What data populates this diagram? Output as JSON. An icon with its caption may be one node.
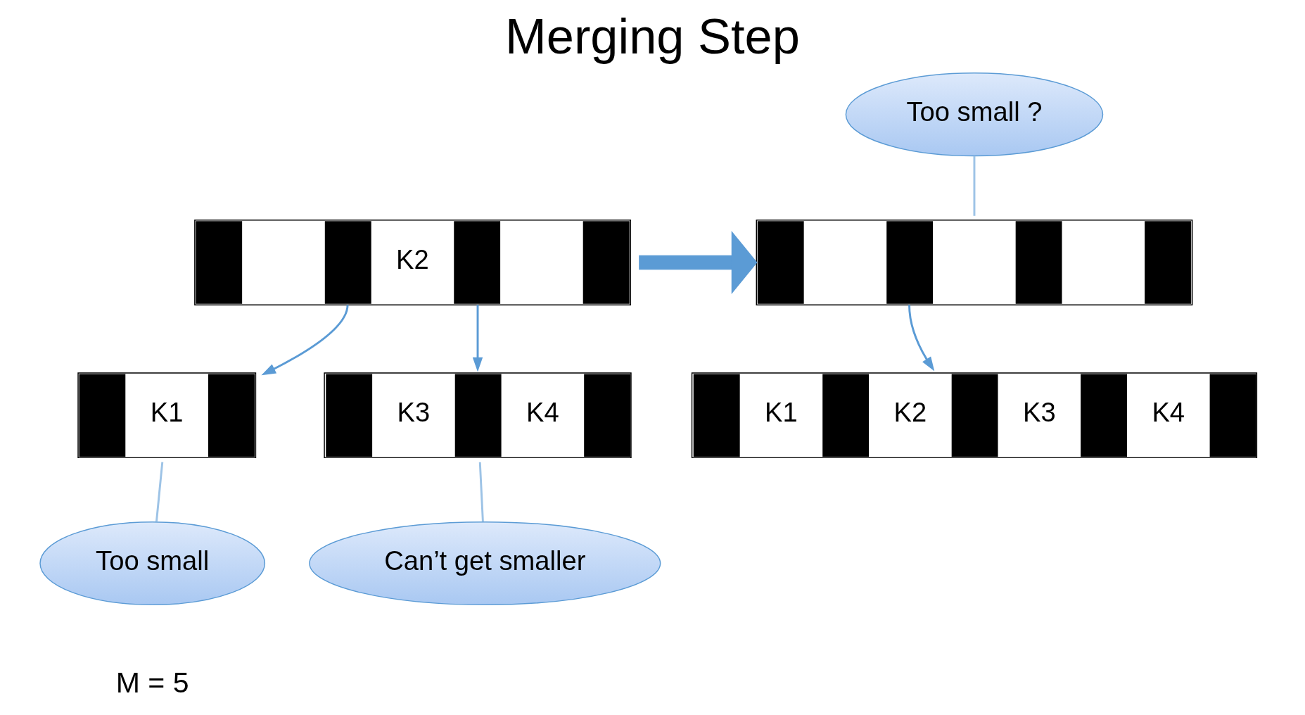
{
  "diagram": {
    "title": "Merging Step",
    "nodes": [
      {
        "text": [
          "K2"
        ]
      },
      {
        "text": [
          "K1"
        ]
      },
      {
        "text": [
          "K3",
          "K4"
        ]
      },
      {
        "text": [],
        "shape": "bar"
      },
      {
        "text": [
          "K1",
          "K2",
          "K3",
          "K4"
        ]
      },
      {
        "text": [
          "Too small ?"
        ]
      },
      {
        "text": [
          "Too small"
        ]
      },
      {
        "text": [
          "Can’t get smaller"
        ]
      }
    ],
    "edges": [
      {
        "from": 0,
        "to": 1,
        "arrow": "to"
      },
      {
        "from": 0,
        "to": 2,
        "arrow": "to"
      },
      {
        "from": 0,
        "to": 3,
        "arrow": "to",
        "style": "thick"
      },
      {
        "from": 3,
        "to": 4,
        "arrow": "to"
      },
      {
        "from": 5,
        "to": 3,
        "arrow": "none",
        "color": "#9dc3e6"
      },
      {
        "from": 1,
        "to": 6,
        "arrow": "none",
        "color": "#9dc3e6"
      },
      {
        "from": 2,
        "to": 7,
        "arrow": "none",
        "color": "#9dc3e6"
      }
    ],
    "labels": [
      "M = 5"
    ]
  }
}
